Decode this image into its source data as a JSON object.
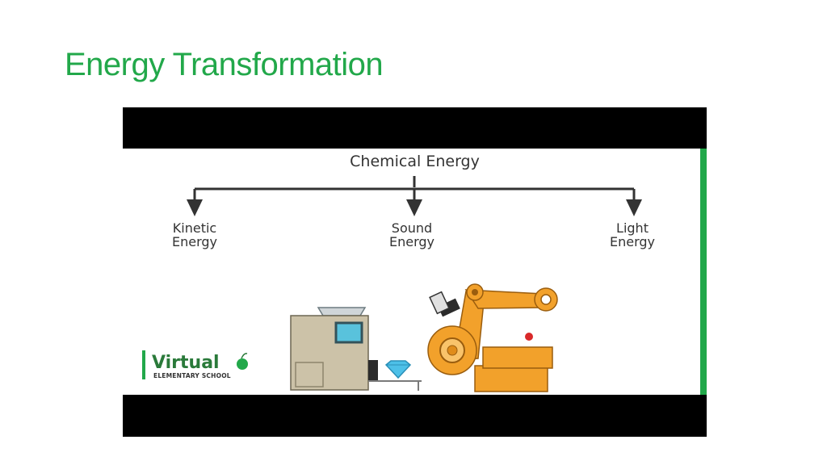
{
  "slide": {
    "title": "Energy Transformation"
  },
  "diagram": {
    "source": "Chemical Energy",
    "targets": [
      {
        "line1": "Kinetic",
        "line2": "Energy"
      },
      {
        "line1": "Sound",
        "line2": "Energy"
      },
      {
        "line1": "Light",
        "line2": "Energy"
      }
    ],
    "logo": {
      "word": "Virtual",
      "subtitle": "ELEMENTARY SCHOOL"
    }
  },
  "colors": {
    "title": "#22a84a",
    "accent": "#22a84a",
    "robot": "#f2a12b"
  }
}
